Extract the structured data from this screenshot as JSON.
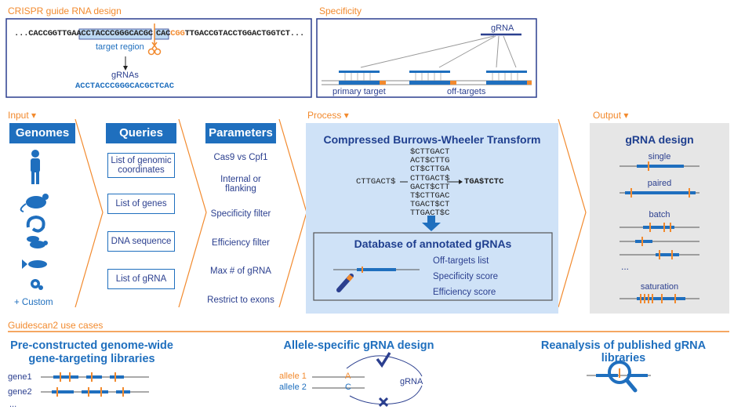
{
  "top": {
    "design_label": "CRISPR guide RNA  design",
    "specificity_label": "Specificity",
    "seq_prefix": "...CACCGGTTGA",
    "seq_target": "ACCTACCCGGGCACGC",
    "seq_cut": "CAC",
    "seq_pam": "CGG",
    "seq_suffix": "TTGACCGTACCTGGACTGGTCT...",
    "target_region": "target region",
    "grnas_label": "gRNAs",
    "grna_seq": "ACCTACCCGGGCACGCTCAC",
    "spec_grna": "gRNA",
    "primary_target": "primary target",
    "off_targets": "off-targets"
  },
  "steps": {
    "input": "Input",
    "process": "Process",
    "output": "Output"
  },
  "genomes": {
    "title": "Genomes",
    "custom": "+ Custom",
    "icons": [
      "human-icon",
      "mouse-icon",
      "worm-icon",
      "fly-icon",
      "fish-icon",
      "yeast-icon"
    ]
  },
  "queries": {
    "title": "Queries",
    "items": [
      "List of genomic coordinates",
      "List of genes",
      "DNA sequence",
      "List of gRNA"
    ]
  },
  "parameters": {
    "title": "Parameters",
    "items": [
      "Cas9 vs Cpf1",
      "Internal or flanking",
      "Specificity filter",
      "Efficiency filter",
      "Max # of gRNA",
      "Restrict to exons"
    ]
  },
  "process": {
    "title": "Compressed Burrows-Wheeler Transform",
    "bwt_rows": [
      "$CTTGACT",
      "ACT$CTTG",
      "CT$CTTGA",
      "CTTGACT$",
      "GACT$CTT",
      "T$CTTGAC",
      "TGACT$CT",
      "TTGACT$C"
    ],
    "bwt_input": "CTTGACT$",
    "bwt_output": "TGA$TCTC",
    "db_title": "Database of annotated gRNAs",
    "db_items": [
      "Off-targets list",
      "Specificity score",
      "Efficiency score"
    ]
  },
  "output": {
    "title": "gRNA design",
    "single": "single",
    "paired": "paired",
    "batch": "batch",
    "ellipsis": "...",
    "saturation": "saturation"
  },
  "use_cases": {
    "label": "Guidescan2 use cases",
    "case1_title": "Pre-constructed genome-wide gene-targeting libraries",
    "gene1": "gene1",
    "gene2": "gene2",
    "gene_more": "...",
    "case2_title": "Allele-specific gRNA design",
    "allele1": "allele 1",
    "allele2": "allele 2",
    "allele1_base": "A",
    "allele2_base": "C",
    "allele_grna": "gRNA",
    "case3_title": "Reanalysis of published gRNA libraries"
  },
  "colors": {
    "blue": "#1f6fbe",
    "navy": "#2b3f8f",
    "orange": "#f28a2e",
    "process_bg": "#cfe2f7",
    "output_bg": "#e6e6e6"
  }
}
